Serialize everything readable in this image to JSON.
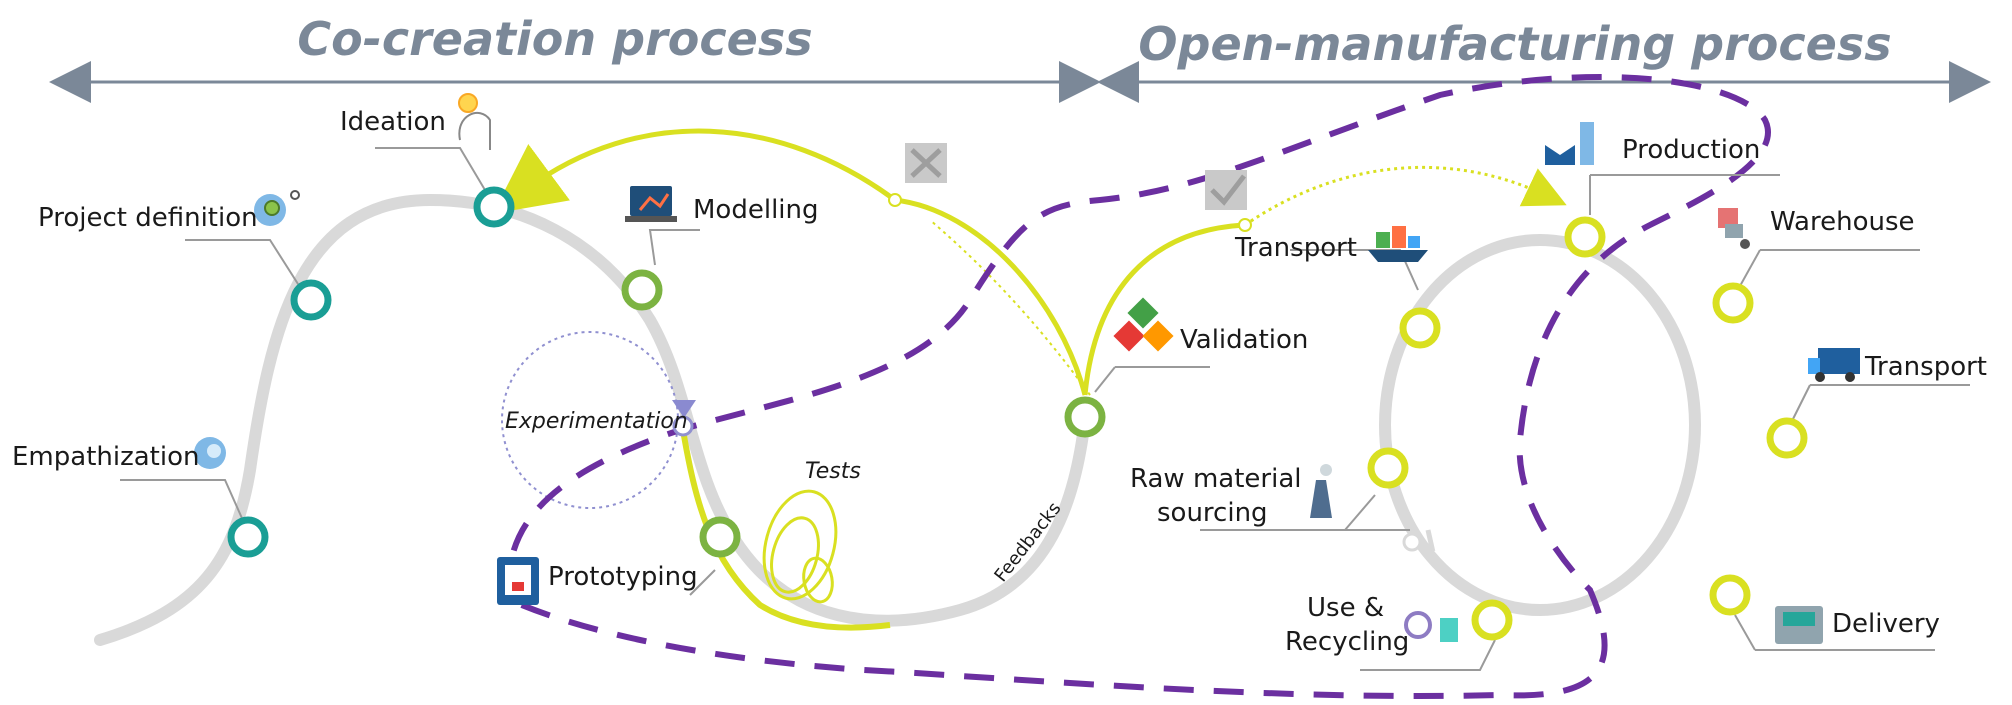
{
  "headers": {
    "left": "Co-creation process",
    "right": "Open-manufacturing process"
  },
  "labels": {
    "empathization": "Empathization",
    "project_definition": "Project definition",
    "ideation": "Ideation",
    "modelling": "Modelling",
    "experimentation": "Experimentation",
    "prototyping": "Prototyping",
    "tests": "Tests",
    "feedbacks": "Feedbacks",
    "validation": "Validation",
    "transport_top": "Transport",
    "raw_material_1": "Raw material",
    "raw_material_2": "sourcing",
    "use_1": "Use &",
    "use_2": "Recycling",
    "production": "Production",
    "warehouse": "Warehouse",
    "transport_right": "Transport",
    "delivery": "Delivery"
  },
  "icons": {
    "empathization": "head-icon",
    "project_definition": "gear-head-icon",
    "ideation": "lightbulb-head-icon",
    "modelling": "laptop-icon",
    "prototyping": "3d-printer-icon",
    "validation": "cubes-icon",
    "transport_top": "ship-icon",
    "raw_material": "factory-chimney-icon",
    "use_recycling": "recycle-icon",
    "production": "factory-icon",
    "warehouse": "hand-truck-icon",
    "transport_right": "truck-icon",
    "delivery": "machine-icon",
    "reject": "cross-box-icon",
    "approve": "check-box-icon"
  },
  "colors": {
    "header": "#7b8898",
    "teal": "#1a9e95",
    "green": "#7cb342",
    "yellow": "#d9e021",
    "purple": "#6b2fa0",
    "track": "#d9d9d9"
  }
}
